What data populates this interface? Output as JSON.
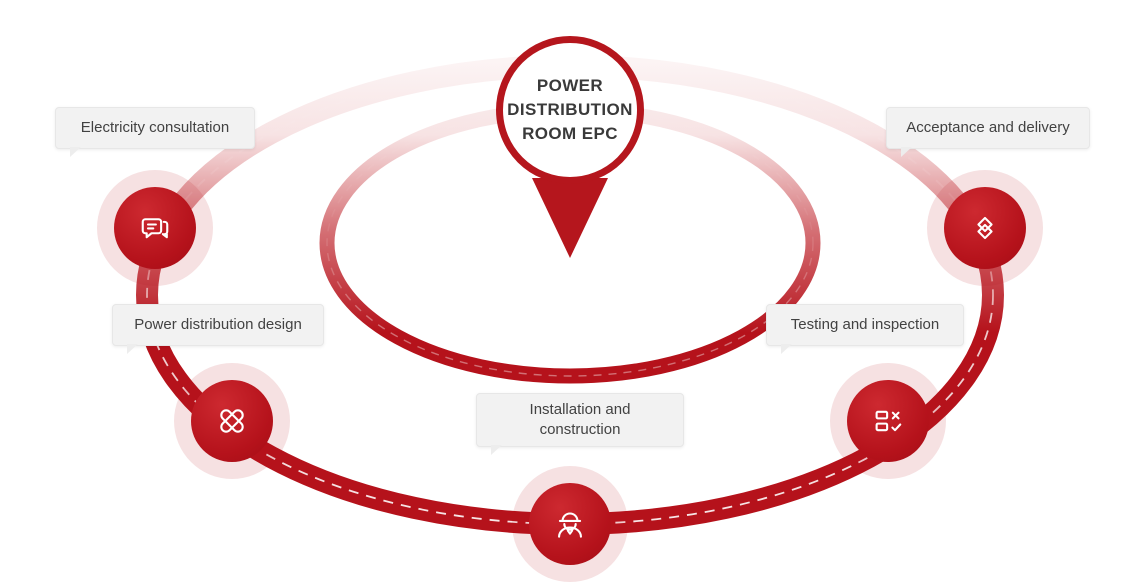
{
  "center": {
    "line1": "POWER",
    "line2": "DISTRIBUTION",
    "line3": "ROOM EPC"
  },
  "steps": [
    {
      "label": "Electricity consultation",
      "icon": "chat-bubbles-icon"
    },
    {
      "label": "Power distribution design",
      "icon": "crossed-bandage-icon"
    },
    {
      "label": "Installation and construction",
      "icon": "construction-worker-icon"
    },
    {
      "label": "Testing and inspection",
      "icon": "checklist-icon"
    },
    {
      "label": "Acceptance and delivery",
      "icon": "handshake-icon"
    }
  ],
  "colors": {
    "primary_red": "#b5121b",
    "node_red": "#bb1420",
    "halo_pink": "#f6dcdd",
    "label_background": "#f2f2f2",
    "text_dark": "#3a3a3a",
    "icon_white": "#ffffff"
  }
}
